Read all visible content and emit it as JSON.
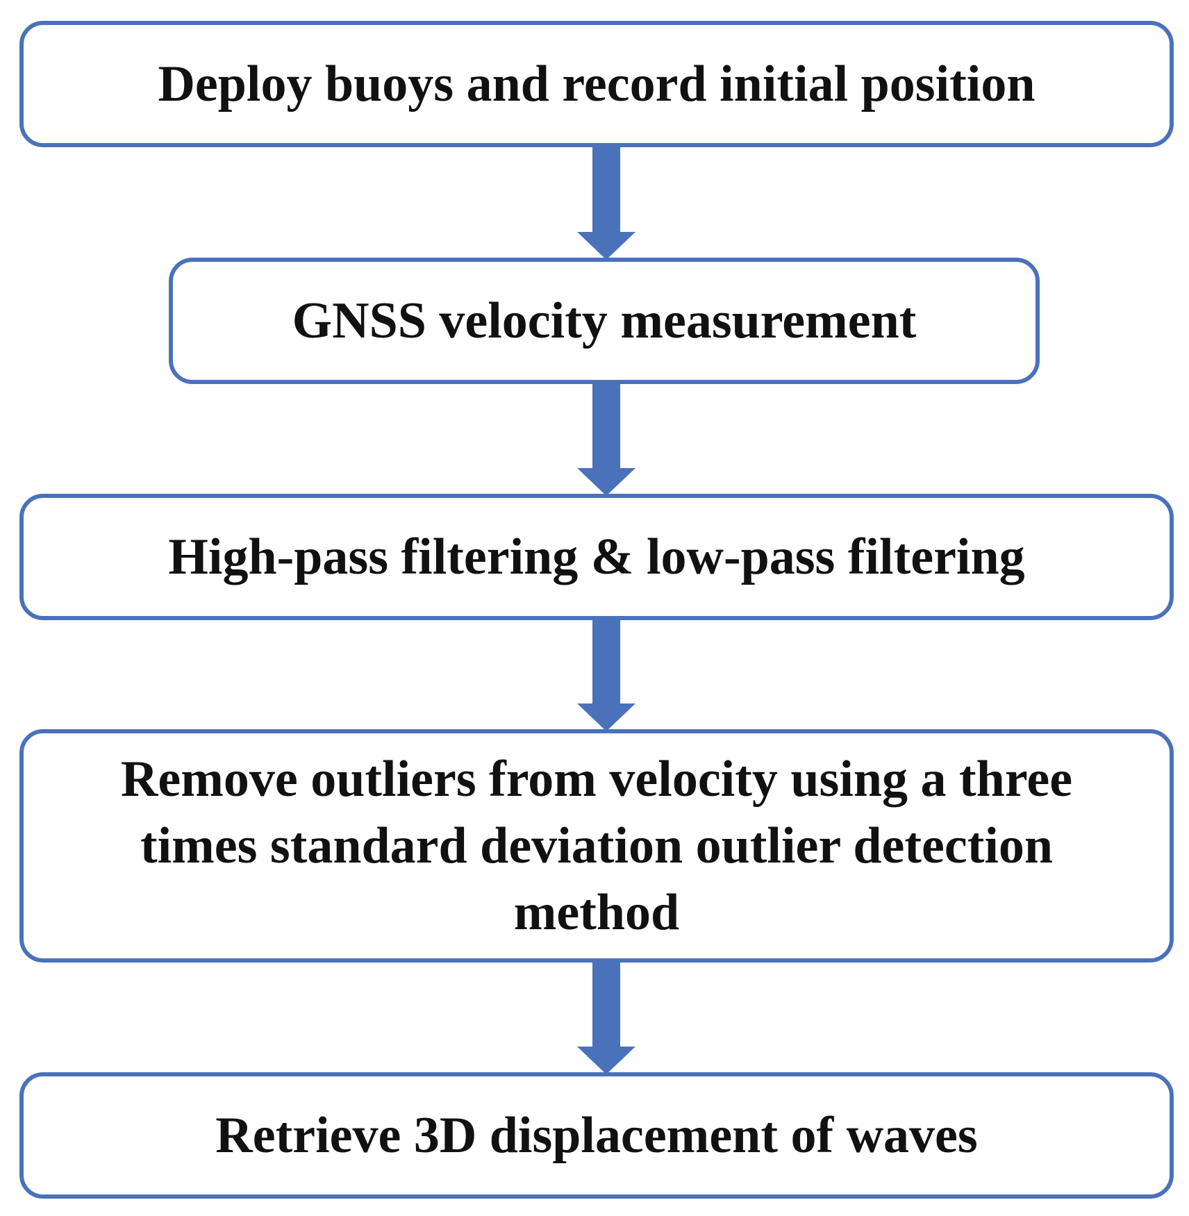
{
  "diagram": {
    "accent_color": "#4a72bb",
    "steps": [
      {
        "label": "Deploy buoys and record initial position"
      },
      {
        "label": "GNSS velocity measurement"
      },
      {
        "label": "High-pass filtering & low-pass filtering"
      },
      {
        "label": "Remove outliers from velocity using a three times standard deviation outlier detection method"
      },
      {
        "label": "Retrieve 3D displacement of waves"
      }
    ],
    "connectors": [
      {
        "from": 0,
        "to": 1
      },
      {
        "from": 1,
        "to": 2
      },
      {
        "from": 2,
        "to": 3
      },
      {
        "from": 3,
        "to": 4
      }
    ]
  }
}
